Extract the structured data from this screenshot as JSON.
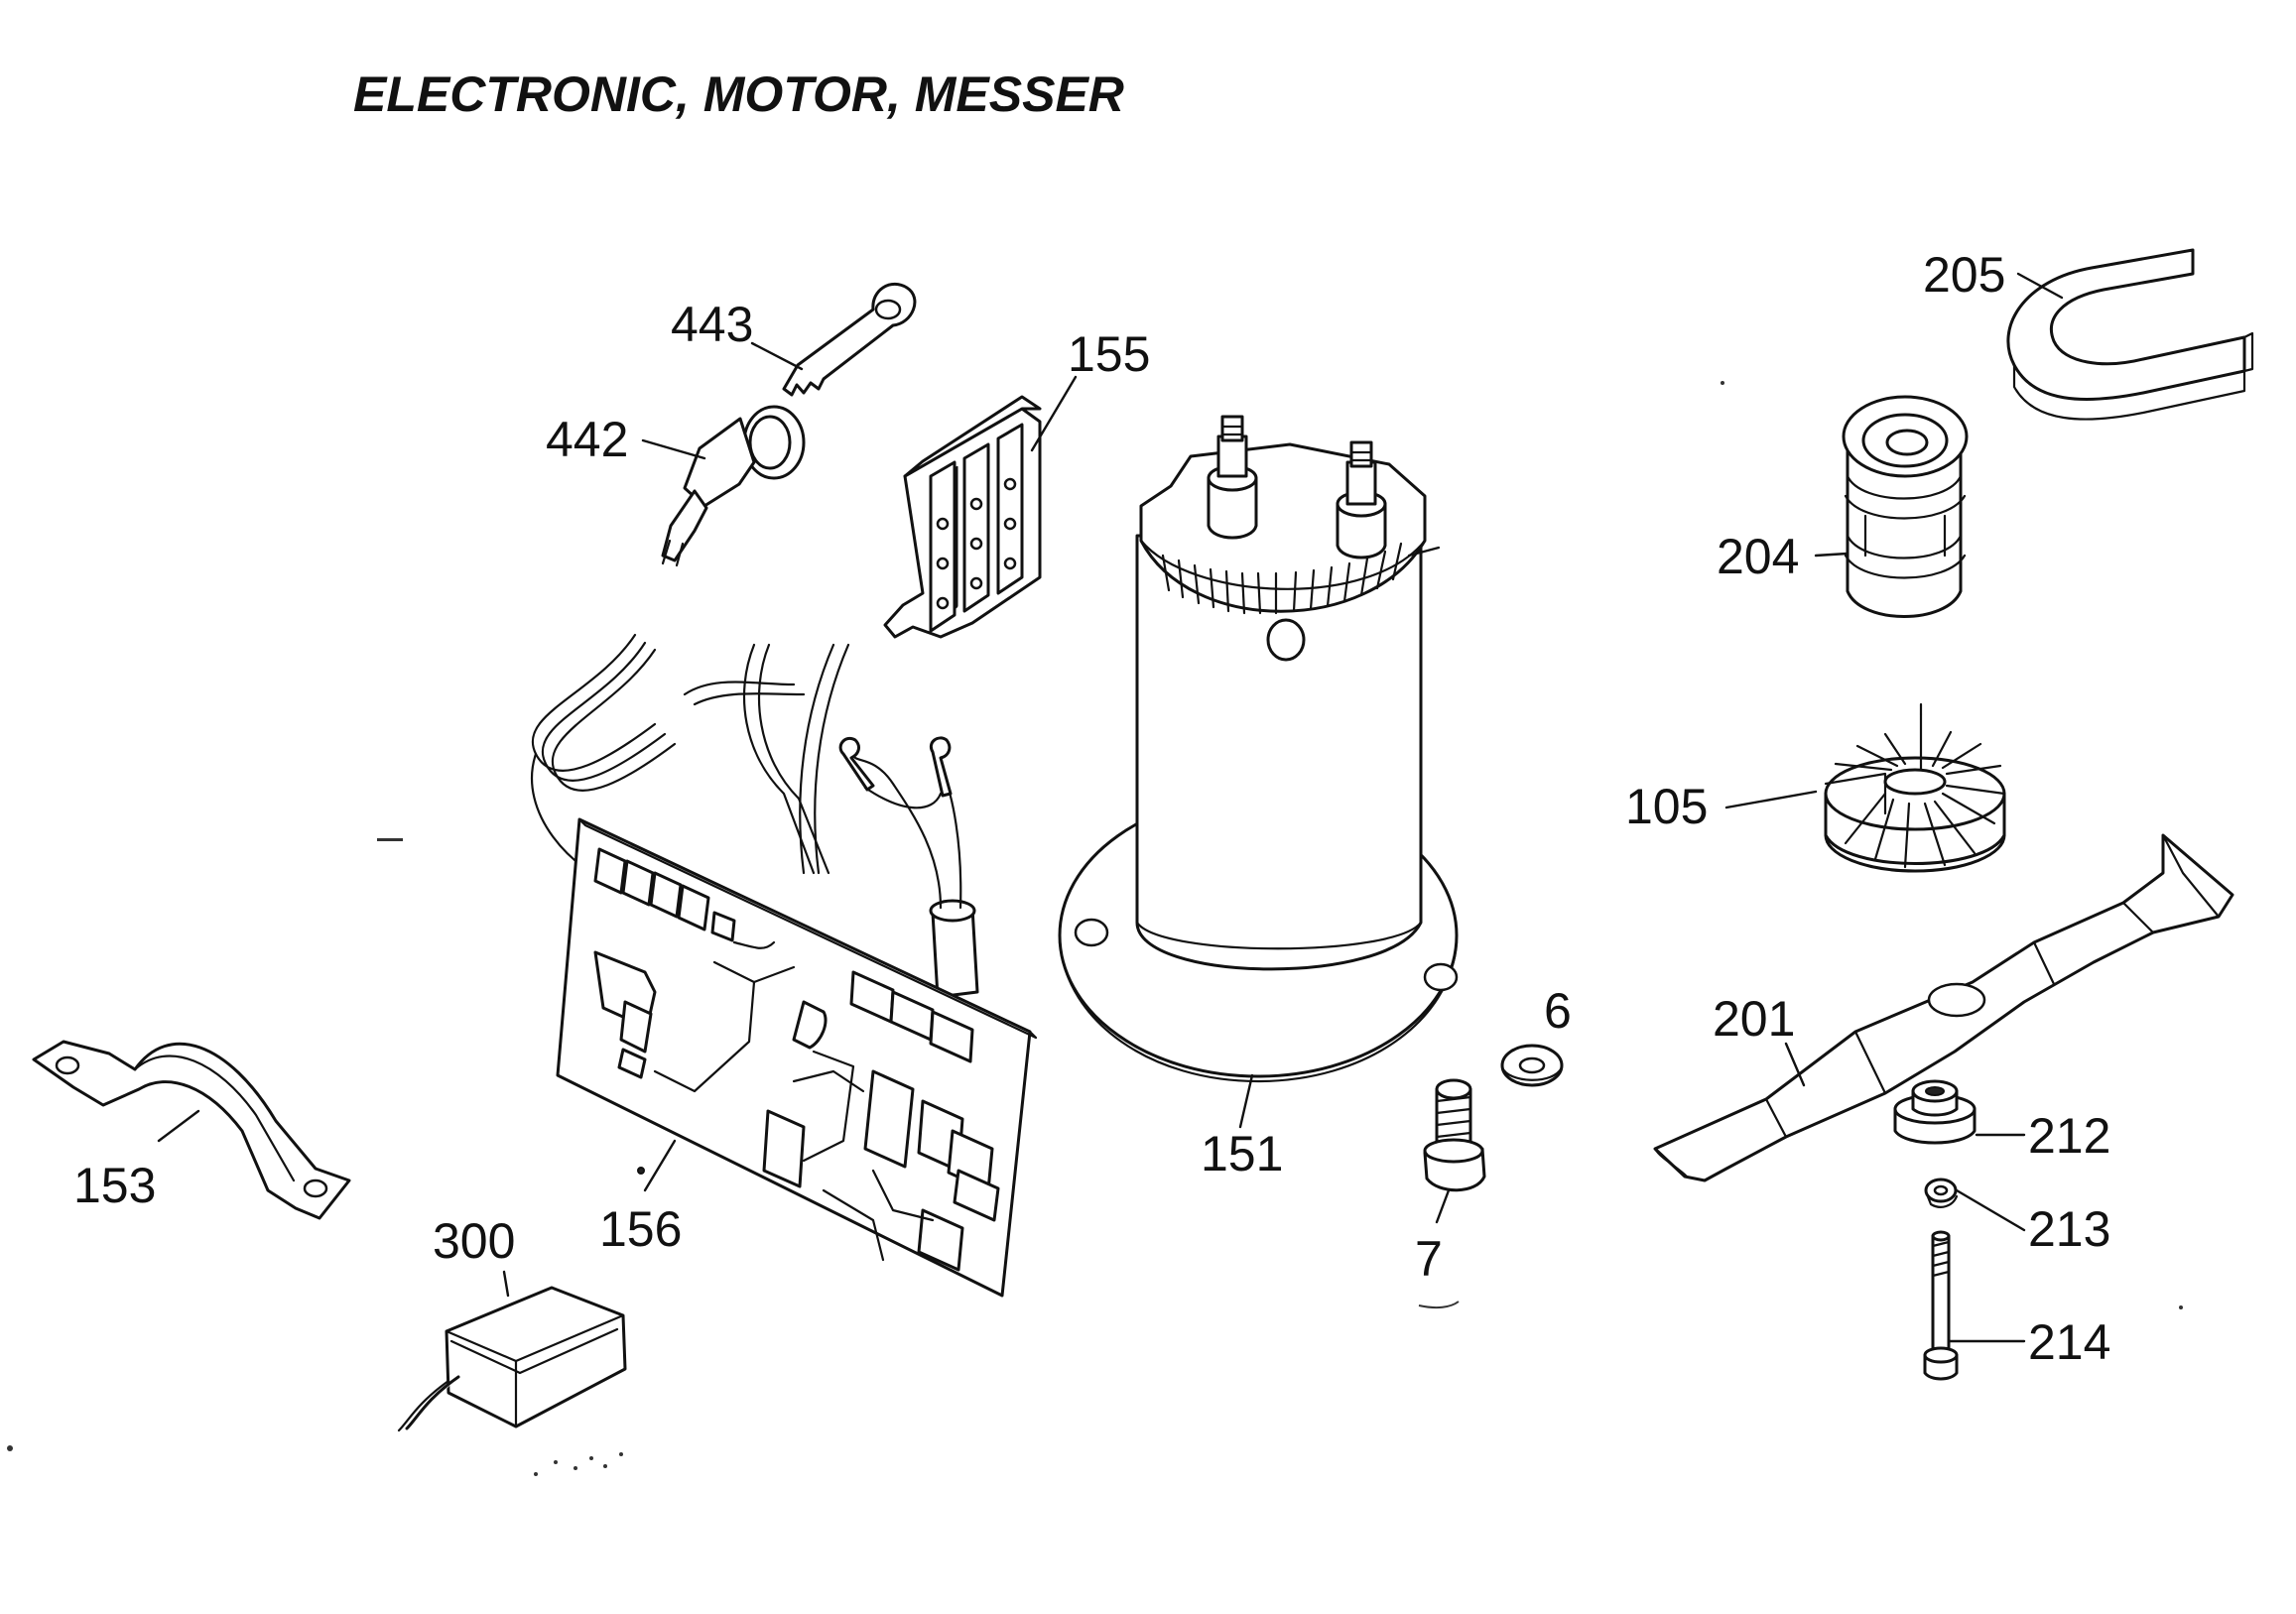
{
  "title": "ELECTRONIC, MOTOR, MESSER",
  "callouts": {
    "c443": "443",
    "c155": "155",
    "c442": "442",
    "c205": "205",
    "c204": "204",
    "c105": "105",
    "c201": "201",
    "c6": "6",
    "c212": "212",
    "c213": "213",
    "c214": "214",
    "c153": "153",
    "c300": "300",
    "c156": "156",
    "c151": "151",
    "c7": "7"
  }
}
